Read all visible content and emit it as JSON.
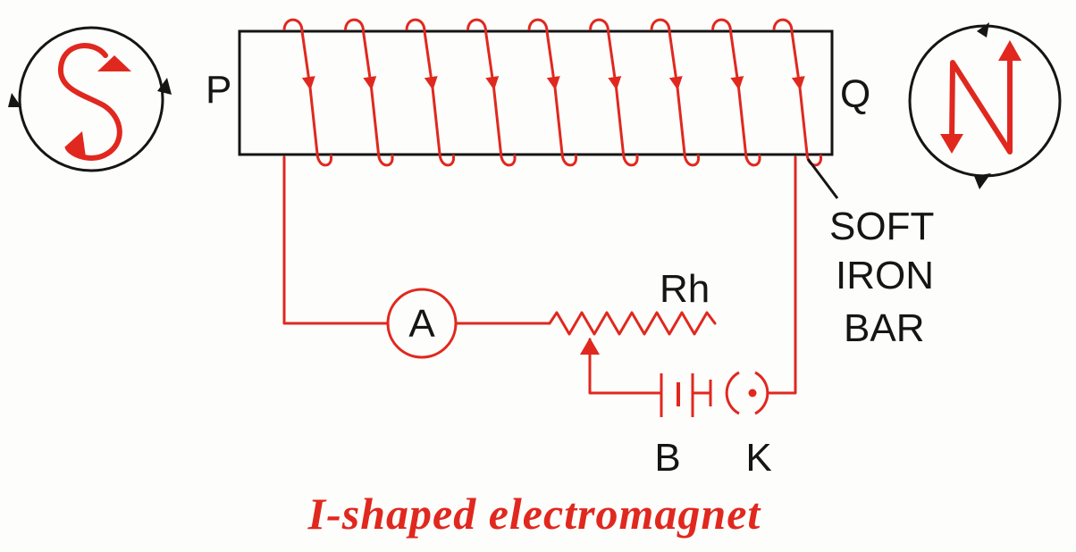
{
  "colors": {
    "wire": "#e0281f",
    "ink": "#151515",
    "background": "#fdfdfb"
  },
  "labels": {
    "end_p": "P",
    "end_q": "Q",
    "soft_iron_bar": [
      "SOFT",
      "IRON",
      "BAR"
    ],
    "rheostat": "Rh",
    "ammeter": "A",
    "battery": "B",
    "key": "K",
    "pole_s": "S",
    "pole_n": "N"
  },
  "caption": "I-shaped electromagnet",
  "icons": {
    "south_pole": "clockwise-current-s-icon",
    "north_pole": "anticlockwise-current-n-icon"
  },
  "coil_turns": 9
}
